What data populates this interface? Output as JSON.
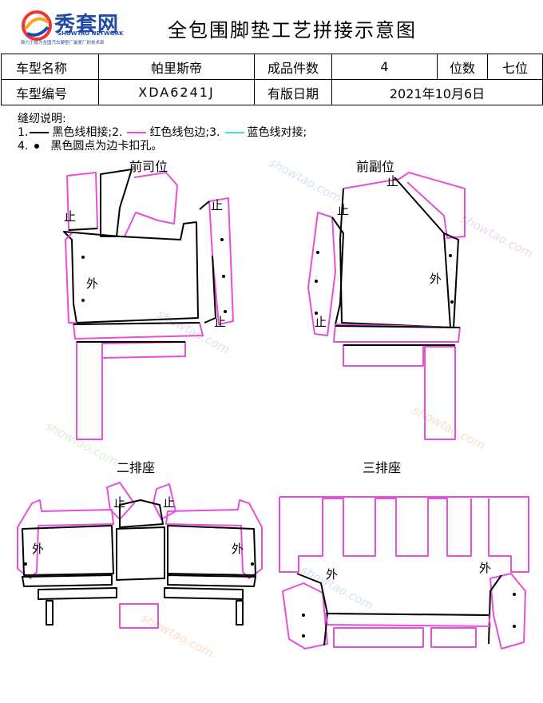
{
  "brand": {
    "name": "秀套网",
    "subtitle": "SHOWTAO NETWORK",
    "tagline": "致力于成为全国汽车脚垫厂最爱厂的技术部",
    "watermark": "showtao.com"
  },
  "title": "全包围脚垫工艺拼接示意图",
  "info": {
    "model_name_label": "车型名称",
    "model_name": "帕里斯帝",
    "piece_count_label": "成品件数",
    "piece_count": "4",
    "seats_label": "位数",
    "seats": "七位",
    "model_code_label": "车型编号",
    "model_code": "XDA6241J",
    "edition_date_label": "有版日期",
    "edition_date": "2021年10月6日"
  },
  "notes": {
    "heading": "缝纫说明:",
    "line1_num1": "1.",
    "line1_text1": "黑色线相接;2.",
    "line1_text2": "红色线包边;3.",
    "line1_text3": "蓝色线对接;",
    "line2_num": "4.",
    "line2_text": "黑色圆点为边卡扣孔。"
  },
  "colors": {
    "black_line": "#000000",
    "red_line": "#e64fd8",
    "blue_line": "#4fd8e6",
    "brand_blue": "#1f4aa8"
  },
  "sections": {
    "driver": "前司位",
    "passenger": "前副位",
    "second_row": "二排座",
    "third_row": "三排座"
  },
  "marks": {
    "outside": "外",
    "stop": "止"
  }
}
